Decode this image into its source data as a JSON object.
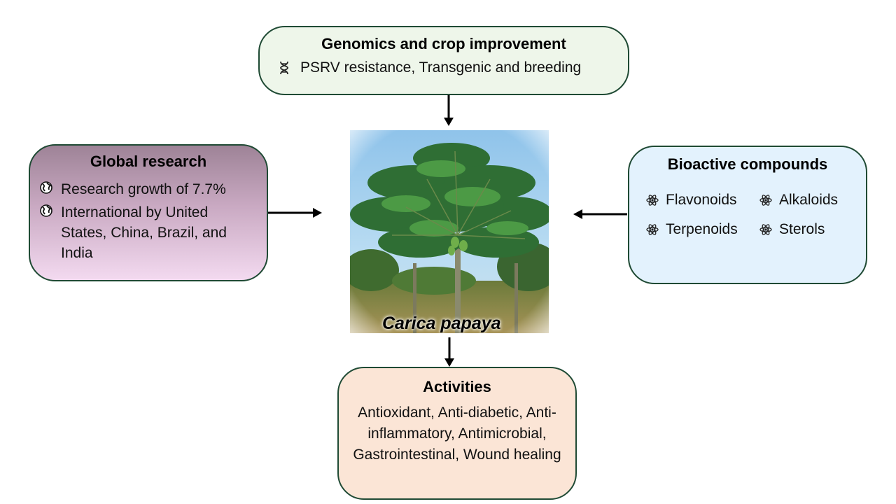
{
  "genomics": {
    "title": "Genomics and crop improvement",
    "items": [
      {
        "icon": "dna-icon",
        "text": "PSRV resistance, Transgenic and breeding"
      }
    ]
  },
  "global_research": {
    "title": "Global research",
    "items": [
      {
        "icon": "globe-icon",
        "text": "Research growth of 7.7%"
      },
      {
        "icon": "globe-icon",
        "text_line1": "International by United",
        "text_rest": "States, China, Brazil, and India"
      }
    ]
  },
  "bioactive": {
    "title": "Bioactive compounds",
    "items": [
      {
        "icon": "atom-icon",
        "text": "Flavonoids"
      },
      {
        "icon": "atom-icon",
        "text": "Alkaloids"
      },
      {
        "icon": "atom-icon",
        "text": "Terpenoids"
      },
      {
        "icon": "atom-icon",
        "text": "Sterols"
      }
    ]
  },
  "center": {
    "species": "Carica papaya",
    "image": "papaya-tree-photo"
  },
  "activities": {
    "title": "Activities",
    "description": "Antioxidant, Anti-diabetic, Anti-inflammatory, Antimicrobial, Gastrointestinal, Wound healing"
  },
  "colors": {
    "border": "#1f4a34",
    "genomics_fill": "#eef6ea",
    "global_fill_top": "#9e8397",
    "global_fill_bottom": "#f3daf0",
    "bioactive_fill": "#e3f2fd",
    "activities_fill": "#fbe5d6",
    "arrow": "#000000"
  }
}
